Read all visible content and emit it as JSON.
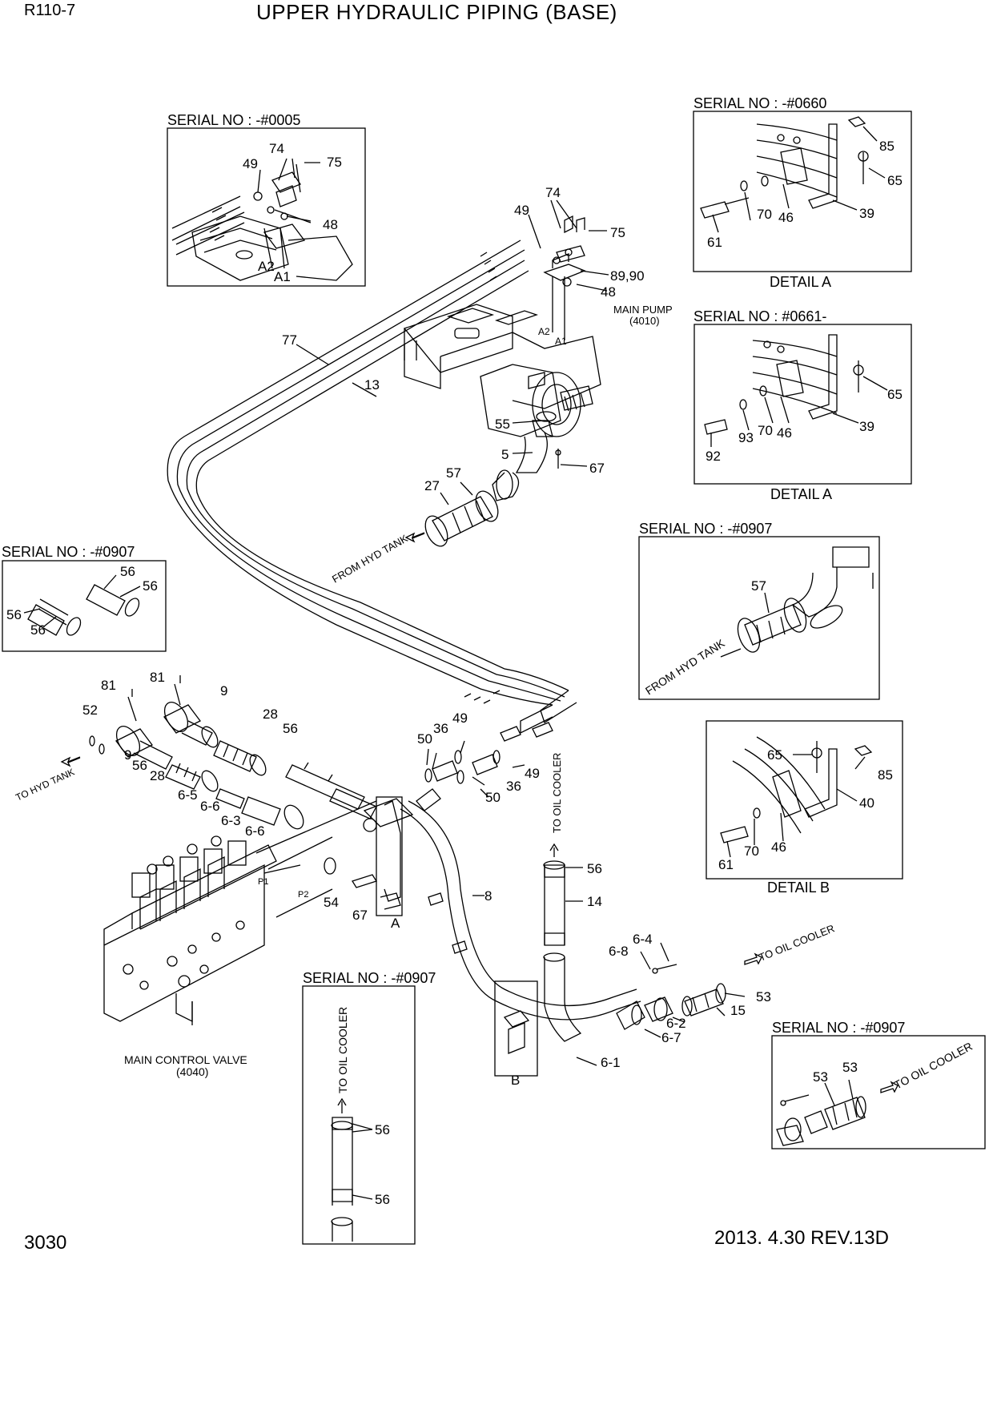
{
  "header": {
    "model": "R110-7",
    "title": "UPPER HYDRAULIC PIPING (BASE)"
  },
  "footer": {
    "page_number": "3030",
    "revision": "2013. 4.30  REV.13D"
  },
  "insets": [
    {
      "key": "serial_0005",
      "label": "SERIAL NO : -#0005",
      "caption": ""
    },
    {
      "key": "serial_0660",
      "label": "SERIAL NO : -#0660",
      "caption": "DETAIL A"
    },
    {
      "key": "serial_0661",
      "label": "SERIAL NO : #0661-",
      "caption": "DETAIL A"
    },
    {
      "key": "serial_0907_hose",
      "label": "SERIAL NO : -#0907",
      "caption": ""
    },
    {
      "key": "serial_0907_suction",
      "label": "SERIAL NO : -#0907",
      "caption": ""
    },
    {
      "key": "detail_b",
      "label": "",
      "caption": "DETAIL B"
    },
    {
      "key": "serial_0907_cooler_pipe",
      "label": "SERIAL NO : -#0907",
      "caption": ""
    },
    {
      "key": "serial_0907_cooler_hose",
      "label": "SERIAL NO : -#0907",
      "caption": ""
    }
  ],
  "component_labels": {
    "main_pump": "MAIN PUMP",
    "main_pump_code": "(4010)",
    "main_control_valve": "MAIN CONTROL VALVE",
    "main_control_valve_code": "(4040)"
  },
  "flow_labels": {
    "from_hyd_tank": "FROM HYD TANK",
    "to_hyd_tank": "TO HYD TANK",
    "to_oil_cooler": "TO OIL COOLER"
  },
  "port_labels": [
    "A2",
    "A1",
    "P1",
    "P2",
    "A",
    "B"
  ],
  "callouts": {
    "top_inset": [
      "74",
      "49",
      "75",
      "48",
      "A2",
      "A1"
    ],
    "pump_area": [
      "74",
      "49",
      "75",
      "89,90",
      "48",
      "77",
      "13",
      "55",
      "5",
      "67",
      "57",
      "27"
    ],
    "detail_a_0660": [
      "85",
      "65",
      "70",
      "46",
      "39",
      "61"
    ],
    "detail_a_0661": [
      "65",
      "93",
      "70",
      "46",
      "39",
      "92"
    ],
    "hose_inset": [
      "56",
      "56",
      "56",
      "56"
    ],
    "suction_inset": [
      "57"
    ],
    "detail_b": [
      "65",
      "85",
      "40",
      "70",
      "46",
      "61"
    ],
    "valve_area": [
      "81",
      "81",
      "9",
      "52",
      "28",
      "56",
      "9",
      "56",
      "28",
      "6-5",
      "6-6",
      "6-3",
      "6-6",
      "50",
      "36",
      "49",
      "49",
      "36",
      "50",
      "54",
      "67",
      "8",
      "56",
      "14"
    ],
    "cooler_area": [
      "6-4",
      "6-8",
      "53",
      "15",
      "6-2",
      "6-7",
      "6-1"
    ],
    "cooler_pipe_inset": [
      "56",
      "56"
    ],
    "cooler_hose_inset": [
      "53",
      "53"
    ]
  }
}
